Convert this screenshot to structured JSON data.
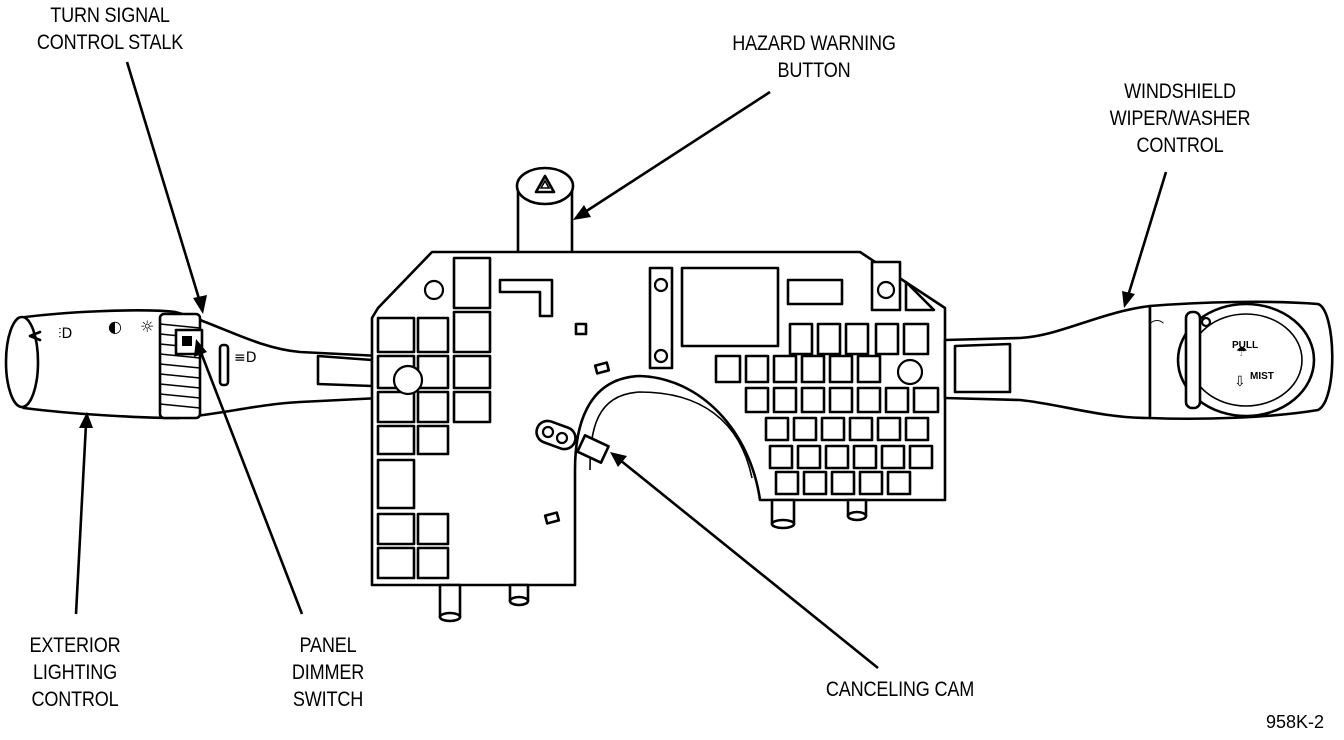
{
  "labels": {
    "turn_signal": [
      "TURN SIGNAL",
      "CONTROL STALK"
    ],
    "hazard": [
      "HAZARD WARNING",
      "BUTTON"
    ],
    "wiper": [
      "WINDSHIELD",
      "WIPER/WASHER",
      "CONTROL"
    ],
    "exterior": [
      "EXTERIOR",
      "LIGHTING",
      "CONTROL"
    ],
    "panel_dimmer": [
      "PANEL",
      "DIMMER",
      "SWITCH"
    ],
    "canceling_cam": [
      "CANCELING CAM"
    ]
  },
  "figure_id": "958K-2",
  "stalk_text": {
    "pull": "PULL",
    "mist": "MIST"
  }
}
